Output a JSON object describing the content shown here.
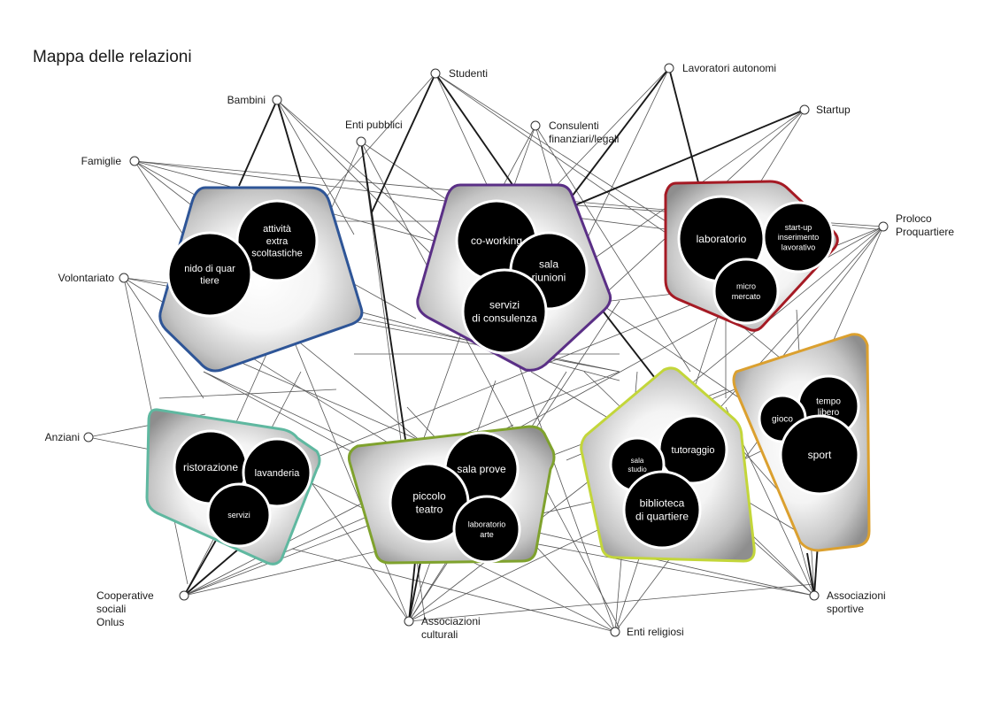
{
  "title": "Mappa delle relazioni",
  "actors": [
    {
      "id": "studenti",
      "lines": [
        "Studenti"
      ]
    },
    {
      "id": "lavoratori",
      "lines": [
        "Lavoratori autonomi"
      ]
    },
    {
      "id": "bambini",
      "lines": [
        "Bambini"
      ]
    },
    {
      "id": "startup",
      "lines": [
        "Startup"
      ]
    },
    {
      "id": "enti_pubblici",
      "lines": [
        "Enti pubblici"
      ]
    },
    {
      "id": "consulenti",
      "lines": [
        "Consulenti",
        "finanziari/legali"
      ]
    },
    {
      "id": "famiglie",
      "lines": [
        "Famiglie"
      ]
    },
    {
      "id": "proloco",
      "lines": [
        "Proloco",
        "Proquartiere"
      ]
    },
    {
      "id": "volontariato",
      "lines": [
        "Volontariato"
      ]
    },
    {
      "id": "anziani",
      "lines": [
        "Anziani"
      ]
    },
    {
      "id": "cooperative",
      "lines": [
        "Cooperative",
        "sociali",
        "Onlus"
      ]
    },
    {
      "id": "culturali",
      "lines": [
        "Associazioni",
        "culturali"
      ]
    },
    {
      "id": "religiosi",
      "lines": [
        "Enti religiosi"
      ]
    },
    {
      "id": "sportive",
      "lines": [
        "Associazioni",
        "sportive"
      ]
    }
  ],
  "groups": [
    {
      "id": "g1",
      "color": "#2e5597",
      "circles": [
        {
          "lines": [
            "attività",
            "extra",
            "scoltastiche"
          ]
        },
        {
          "lines": [
            "nido di quar",
            "tiere"
          ]
        }
      ]
    },
    {
      "id": "g2",
      "color": "#5a2f86",
      "circles": [
        {
          "lines": [
            "co-working"
          ]
        },
        {
          "lines": [
            "sala",
            "riunioni"
          ]
        },
        {
          "lines": [
            "servizi",
            "di consulenza"
          ]
        }
      ]
    },
    {
      "id": "g3",
      "color": "#a51a24",
      "circles": [
        {
          "lines": [
            "laboratorio"
          ]
        },
        {
          "lines": [
            "start-up",
            "inserimento",
            "lavorativo"
          ]
        },
        {
          "lines": [
            "micro",
            "mercato"
          ]
        }
      ]
    },
    {
      "id": "g4",
      "color": "#5fb8a0",
      "circles": [
        {
          "lines": [
            "ristorazione"
          ]
        },
        {
          "lines": [
            "lavanderia"
          ]
        },
        {
          "lines": [
            "servizi"
          ]
        }
      ]
    },
    {
      "id": "g5",
      "color": "#7fa22d",
      "circles": [
        {
          "lines": [
            "sala prove"
          ]
        },
        {
          "lines": [
            "piccolo",
            "teatro"
          ]
        },
        {
          "lines": [
            "laboratorio",
            "arte"
          ]
        }
      ]
    },
    {
      "id": "g6",
      "color": "#c3d63a",
      "circles": [
        {
          "lines": [
            "tutoraggio"
          ]
        },
        {
          "lines": [
            "sala",
            "studio"
          ]
        },
        {
          "lines": [
            "biblioteca",
            "di quartiere"
          ]
        }
      ]
    },
    {
      "id": "g7",
      "color": "#dba02f",
      "circles": [
        {
          "lines": [
            "tempo",
            "libero"
          ]
        },
        {
          "lines": [
            "gioco"
          ]
        },
        {
          "lines": [
            "sport"
          ]
        }
      ]
    }
  ]
}
